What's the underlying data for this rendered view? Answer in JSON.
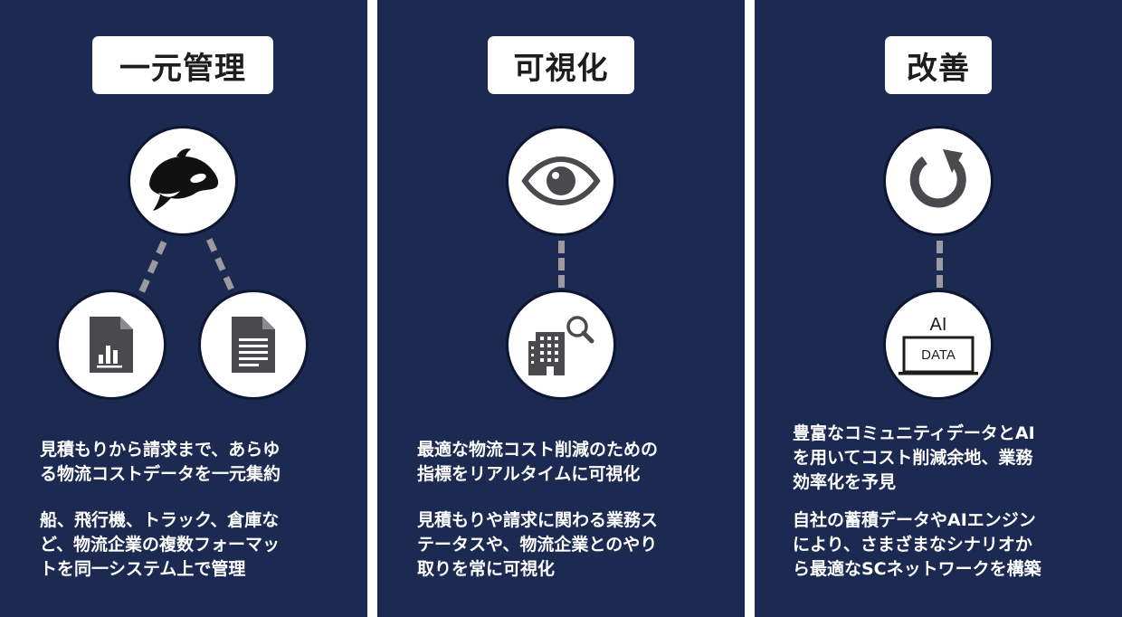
{
  "panels": [
    {
      "title": "一元管理",
      "paragraphs": [
        [
          "見積もりから請求まで、あらゆ",
          "る物流コストデータを一元集約"
        ],
        [
          "船、飛行機、トラック、倉庫な",
          "ど、物流企業の複数フォーマッ",
          "トを同一システム上で管理"
        ]
      ],
      "icons": [
        "orca-logo-icon",
        "chart-document-icon",
        "text-document-icon"
      ]
    },
    {
      "title": "可視化",
      "paragraphs": [
        [
          "最適な物流コスト削減のための",
          "指標をリアルタイムに可視化"
        ],
        [
          "見積もりや請求に関わる業務ス",
          "テータスや、物流企業とのやり",
          "取りを常に可視化"
        ]
      ],
      "icons": [
        "eye-icon",
        "building-search-icon"
      ]
    },
    {
      "title": "改善",
      "paragraphs": [
        [
          "豊富なコミュニティデータとAI",
          "を用いてコスト削減余地、業務",
          "効率化を予見"
        ],
        [
          "自社の蓄積データやAIエンジン",
          "により、さまざまなシナリオか",
          "ら最適なSCネットワークを構築"
        ]
      ],
      "icons": [
        "refresh-icon",
        "ai-data-monitor-icon"
      ],
      "ai_label": "AI",
      "data_label": "DATA"
    }
  ],
  "colors": {
    "panel_bg": "#1c2a52",
    "icon_gray": "#4a4a4e",
    "dash_gray": "#9a9aa0",
    "text_white": "#ffffff"
  }
}
